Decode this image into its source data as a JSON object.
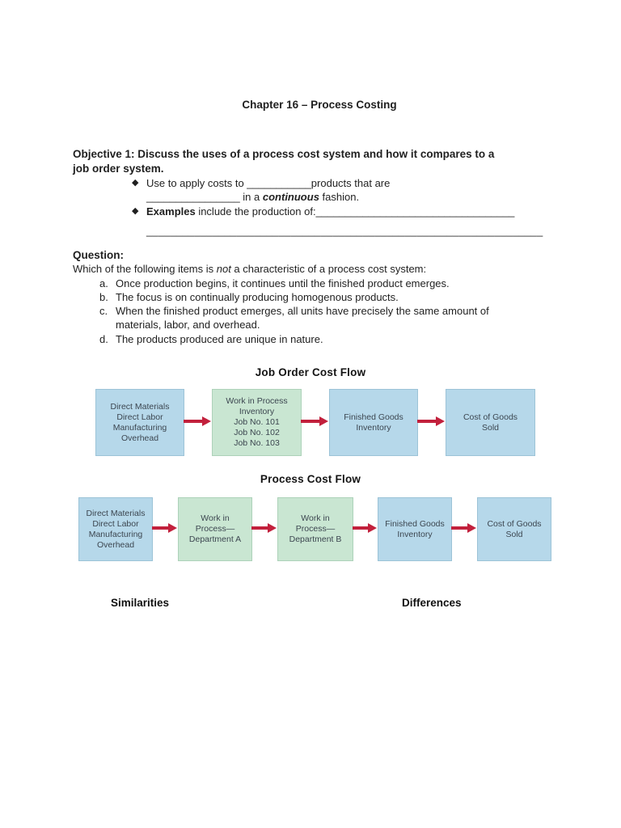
{
  "document": {
    "chapter_title": "Chapter 16 – Process Costing",
    "objective": {
      "line1": "Objective 1: Discuss the uses of a process cost system and how it compares to a",
      "line2": "job order system."
    },
    "bullet_marker": "◆",
    "bullet1": {
      "line1": "Use to apply costs to ___________products that are",
      "line2_pre": "________________ in a ",
      "line2_emphasis": "continuous",
      "line2_post": " fashion."
    },
    "bullet2": {
      "bold": "Examples",
      "rest": " include the production of:__________________________________",
      "continuation": "__________________________________________________________________"
    },
    "question": {
      "heading": "Question:",
      "stem_pre": "Which of the following items is ",
      "stem_italic": "not",
      "stem_post": " a characteristic of a process cost system:",
      "options": [
        {
          "letter": "a.",
          "lines": [
            "Once production begins, it continues until the finished product emerges."
          ]
        },
        {
          "letter": "b.",
          "lines": [
            "The focus is on continually producing homogenous products."
          ]
        },
        {
          "letter": "c.",
          "lines": [
            "When the finished product emerges, all units have precisely the same amount of",
            "materials, labor, and overhead."
          ]
        },
        {
          "letter": "d.",
          "lines": [
            "The products produced are unique in nature."
          ]
        }
      ]
    },
    "footer": {
      "similarities": "Similarities",
      "differences": "Differences"
    }
  },
  "diagrams": [
    {
      "title": "Job Order Cost Flow",
      "boxes": [
        {
          "fill": "blue",
          "lines": [
            "Direct Materials",
            "Direct Labor",
            "Manufacturing",
            "Overhead"
          ]
        },
        {
          "fill": "green",
          "lines": [
            "Work in Process",
            "Inventory",
            "Job No. 101",
            "Job No. 102",
            "Job No. 103"
          ]
        },
        {
          "fill": "blue",
          "lines": [
            "Finished Goods",
            "Inventory"
          ]
        },
        {
          "fill": "blue",
          "lines": [
            "Cost of Goods",
            "Sold"
          ]
        }
      ]
    },
    {
      "title": "Process Cost Flow",
      "boxes": [
        {
          "fill": "blue",
          "lines": [
            "Direct Materials",
            "Direct Labor",
            "Manufacturing",
            "Overhead"
          ]
        },
        {
          "fill": "green",
          "lines": [
            "Work in",
            "Process—",
            "Department A"
          ]
        },
        {
          "fill": "green",
          "lines": [
            "Work in",
            "Process—",
            "Department B"
          ]
        },
        {
          "fill": "blue",
          "lines": [
            "Finished Goods",
            "Inventory"
          ]
        },
        {
          "fill": "blue",
          "lines": [
            "Cost of Goods",
            "Sold"
          ]
        }
      ]
    }
  ],
  "colors": {
    "box_blue": "#b6d8ea",
    "box_green": "#c9e6d2",
    "arrow_red": "#c2203c",
    "text_dark": "#1f1f1f",
    "box_text": "#3c4650"
  }
}
